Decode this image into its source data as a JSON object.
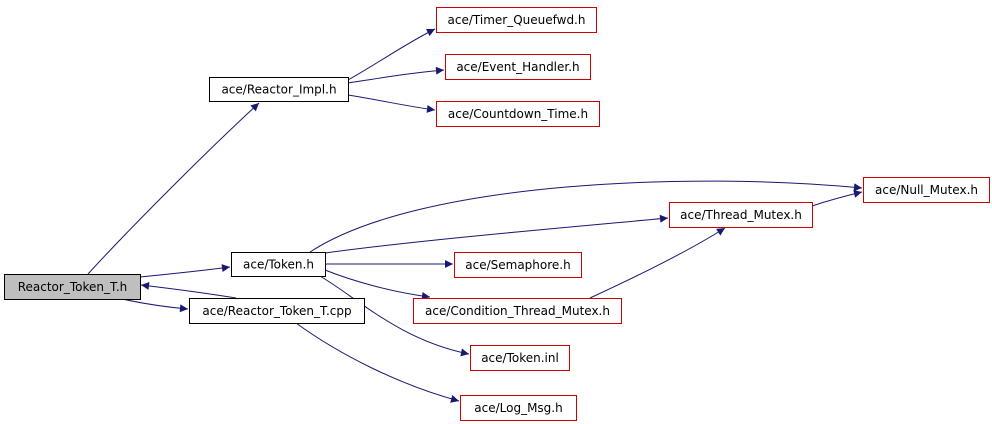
{
  "colors": {
    "edge": "#191970",
    "border_root": "#000000",
    "border_internal": "#000000",
    "border_external": "#cc0000",
    "fill_root": "#bfbfbf",
    "fill_default": "#ffffff",
    "text": "#000000"
  },
  "nodes": [
    {
      "id": "reactor_token_t_h",
      "label": "Reactor_Token_T.h",
      "kind": "root"
    },
    {
      "id": "reactor_impl_h",
      "label": "ace/Reactor_Impl.h",
      "kind": "internal"
    },
    {
      "id": "token_h",
      "label": "ace/Token.h",
      "kind": "internal"
    },
    {
      "id": "reactor_token_t_cpp",
      "label": "ace/Reactor_Token_T.cpp",
      "kind": "internal"
    },
    {
      "id": "timer_queuefwd_h",
      "label": "ace/Timer_Queuefwd.h",
      "kind": "external"
    },
    {
      "id": "event_handler_h",
      "label": "ace/Event_Handler.h",
      "kind": "external"
    },
    {
      "id": "countdown_time_h",
      "label": "ace/Countdown_Time.h",
      "kind": "external"
    },
    {
      "id": "null_mutex_h",
      "label": "ace/Null_Mutex.h",
      "kind": "external"
    },
    {
      "id": "thread_mutex_h",
      "label": "ace/Thread_Mutex.h",
      "kind": "external"
    },
    {
      "id": "semaphore_h",
      "label": "ace/Semaphore.h",
      "kind": "external"
    },
    {
      "id": "condition_thread_mutex_h",
      "label": "ace/Condition_Thread_Mutex.h",
      "kind": "external"
    },
    {
      "id": "token_inl",
      "label": "ace/Token.inl",
      "kind": "external"
    },
    {
      "id": "log_msg_h",
      "label": "ace/Log_Msg.h",
      "kind": "external"
    }
  ],
  "edges": [
    {
      "from": "reactor_token_t_h",
      "to": "reactor_impl_h"
    },
    {
      "from": "reactor_token_t_h",
      "to": "token_h"
    },
    {
      "from": "reactor_token_t_h",
      "to": "reactor_token_t_cpp"
    },
    {
      "from": "reactor_token_t_cpp",
      "to": "reactor_token_t_h"
    },
    {
      "from": "reactor_token_t_cpp",
      "to": "log_msg_h"
    },
    {
      "from": "reactor_impl_h",
      "to": "timer_queuefwd_h"
    },
    {
      "from": "reactor_impl_h",
      "to": "event_handler_h"
    },
    {
      "from": "reactor_impl_h",
      "to": "countdown_time_h"
    },
    {
      "from": "token_h",
      "to": "null_mutex_h"
    },
    {
      "from": "token_h",
      "to": "thread_mutex_h"
    },
    {
      "from": "token_h",
      "to": "semaphore_h"
    },
    {
      "from": "token_h",
      "to": "condition_thread_mutex_h"
    },
    {
      "from": "token_h",
      "to": "token_inl"
    },
    {
      "from": "thread_mutex_h",
      "to": "null_mutex_h"
    },
    {
      "from": "condition_thread_mutex_h",
      "to": "thread_mutex_h"
    }
  ]
}
